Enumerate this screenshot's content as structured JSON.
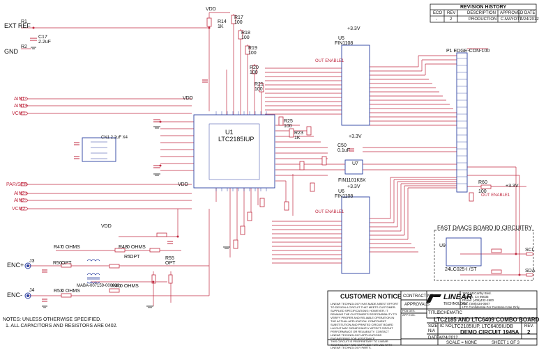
{
  "revision": {
    "title": "REVISION HISTORY",
    "headers": [
      "ECO",
      "REV",
      "DESCRIPTION",
      "APPROVED",
      "DATE"
    ],
    "row": [
      "-",
      "2",
      "PRODUCTION",
      "C.MAYOTT",
      "4/24/2012"
    ]
  },
  "ports": {
    "ext_ref": "EXT REF",
    "gnd": "GND",
    "enc_plus": "ENC+",
    "enc_minus": "ENC-",
    "ain1_minus": "AIN1-",
    "ain1_plus": "AIN1+",
    "vcm1": "VCM1",
    "parser": "PAR/SER",
    "ain2_plus": "AIN2+",
    "ain2_minus": "AIN2-",
    "vcm2": "VCM2"
  },
  "chips": {
    "u1_ref": "U1",
    "u1_part": "LTC2185IUP",
    "u5_ref": "U5",
    "u5_part": "FIN1108",
    "u6_ref": "U6",
    "u6_part": "FIN1108",
    "u7_ref": "U7",
    "u7_part": "FIN1101K8X",
    "p1_label": "P1 EDGE-CON-100",
    "u9_ref": "U9",
    "u9_part": "24LC025-I /ST",
    "t3_label": "MABA-007159-000000"
  },
  "fast_daacs": "FAST DAACS BOARD ID CIRCUITRY",
  "labels": {
    "vdd": "VDD",
    "v33": "+3.3V",
    "out_enable": "OUT ENABLE1",
    "scl": "SCL",
    "sda": "SDA",
    "cn1": "CN1 2.2uF X4",
    "r1": "R1",
    "r2": "R2",
    "c17": "C17",
    "c17v": "2.2uF",
    "r14": "R14",
    "r14v": "1K",
    "r17": "R17",
    "r18": "R18",
    "r19": "R19",
    "r20": "R20",
    "r21": "R21",
    "r47": "R47",
    "r47v": "0 OHMS",
    "r48": "R48",
    "r48v": "0 OHMS",
    "r53": "R53",
    "r53v": "0 OHMS",
    "r50": "R50",
    "r50v": "OPT",
    "r55": "R55",
    "r55v": "OPT",
    "j3": "J3",
    "j4": "J4",
    "r5": "R5",
    "r5v": "OPT",
    "r40": "R40",
    "r40v": "0 OHMS",
    "r60": "R60",
    "r60v": "100",
    "val100": "100",
    "val1k": "1K",
    "r25": "R25",
    "r23": "R23",
    "c50": "C50",
    "c50v": "0.1uF"
  },
  "notes": {
    "line1": "NOTES: UNLESS OTHERWISE SPECIFIED.",
    "line2": "1. ALL CAPACITORS AND RESISTORS ARE 0402."
  },
  "customer_notice": {
    "title": "CUSTOMER NOTICE",
    "body": "LINEAR TECHNOLOGY HAS MADE A BEST EFFORT TO DESIGN A CIRCUIT THAT MEETS CUSTOMER-SUPPLIED SPECIFICATIONS; HOWEVER, IT REMAINS THE CUSTOMER'S RESPONSIBILITY TO VERIFY PROPER AND RELIABLE OPERATION IN THE ACTUAL APPLICATION. COMPONENT SUBSTITUTION AND PRINTED CIRCUIT BOARD LAYOUT MAY SIGNIFICANTLY AFFECT CIRCUIT PERFORMANCE OR RELIABILITY. CONTACT LINEAR TECHNOLOGY APPLICATIONS ENGINEERING FOR ASSISTANCE.",
    "footer": "THIS CIRCUIT IS PROPRIETARY TO LINEAR TECHNOLOGY AND SUPPLIED FOR USE WITH LINEAR TECHNOLOGY PARTS."
  },
  "title_block": {
    "contract_no": "CONTRACT NO.",
    "approvals": "APPROVALS",
    "pcb_des": "PCB DES.",
    "app_eng": "APP ENG.",
    "logo": "LINEAR",
    "logo_sub": "TECHNOLOGY",
    "address1": "1630 McCarthy Blvd.",
    "address2": "Milpitas, CA 95035",
    "phone": "Phone: (408)432-1900",
    "fax": "Fax: (408)434-0507",
    "support": "LTC Confidential-For Customer Use Only",
    "title_label": "TITLE:",
    "title_value": "SCHEMATIC",
    "board_title": "LTC2185 AND LTC6409 COMBO BOARD",
    "size_label": "SIZE",
    "size_value": "N/A",
    "ic_label": "IC NO.",
    "ic_value": "LTC2185IUP, LTC6409IUDB",
    "rev_label": "REV.",
    "rev_value": "2",
    "demo": "DEMO CIRCUIT 1945A",
    "date_label": "DATE:",
    "date_value": "4/24/2012",
    "sheet": "SHEET   1   OF   3",
    "scale": "SCALE = NONE"
  }
}
